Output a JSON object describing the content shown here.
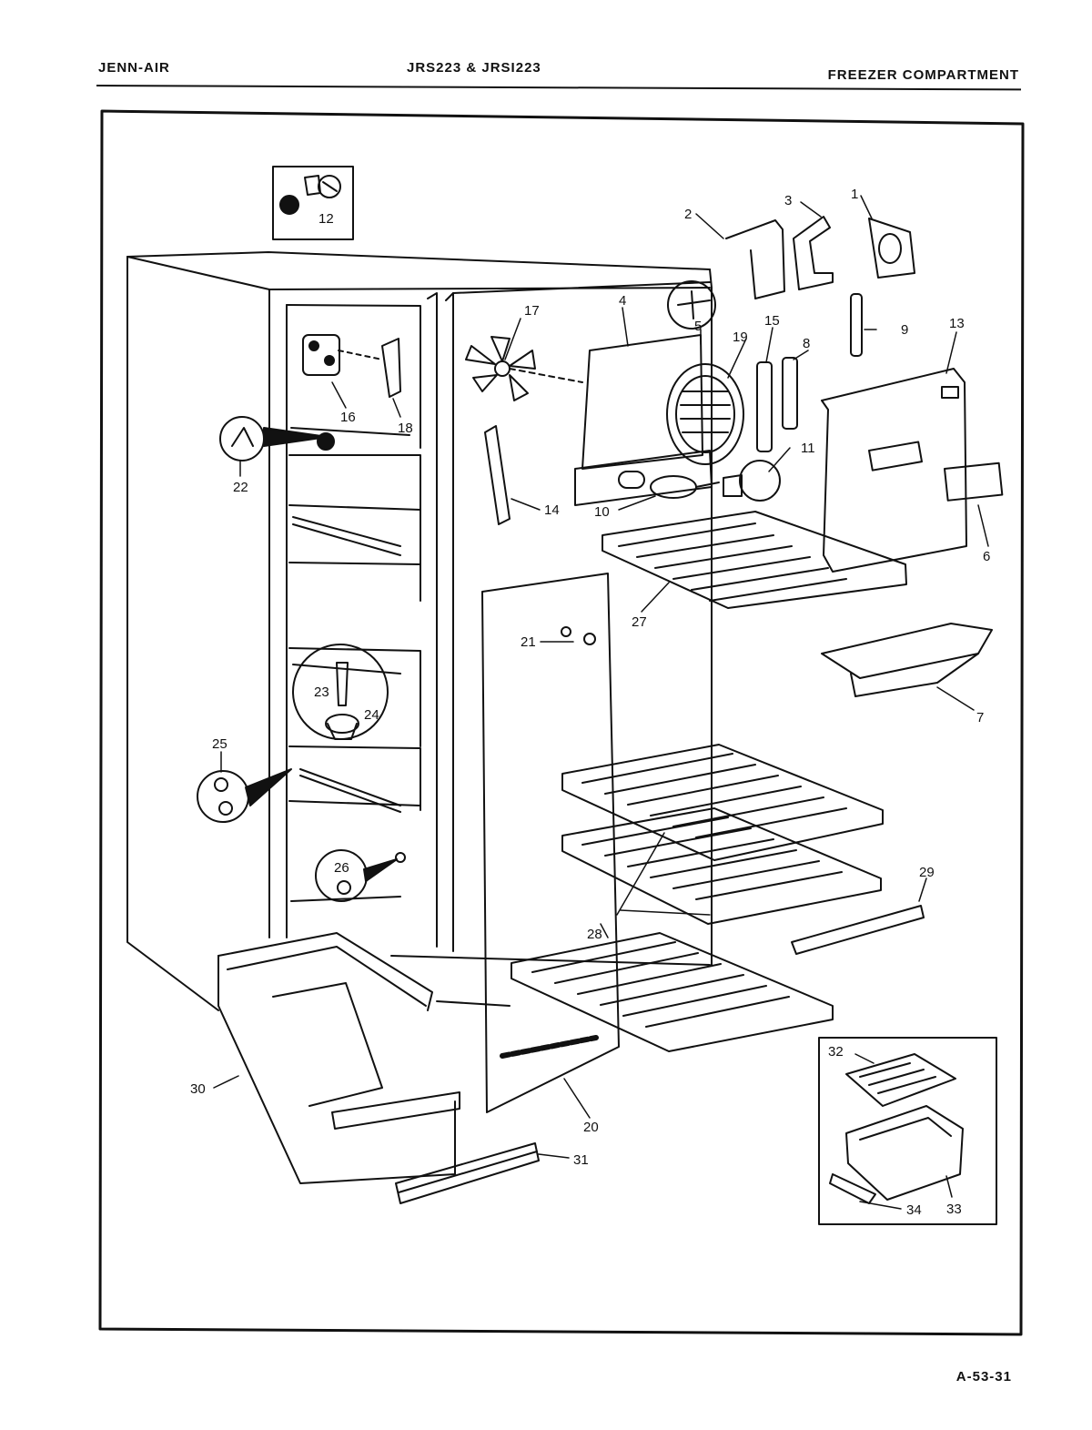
{
  "header": {
    "brand": "JENN-AIR",
    "models": "JRS223 & JRSI223",
    "section": "FREEZER COMPARTMENT"
  },
  "footer": {
    "page_code": "A-53-31"
  },
  "callouts": {
    "c1": "1",
    "c2": "2",
    "c3": "3",
    "c4": "4",
    "c5": "5",
    "c6": "6",
    "c7": "7",
    "c8": "8",
    "c9": "9",
    "c10": "10",
    "c11": "11",
    "c12": "12",
    "c13": "13",
    "c14": "14",
    "c15": "15",
    "c16": "16",
    "c17": "17",
    "c18": "18",
    "c19": "19",
    "c20": "20",
    "c21": "21",
    "c22": "22",
    "c23": "23",
    "c24": "24",
    "c25": "25",
    "c26": "26",
    "c27": "27",
    "c28": "28",
    "c29": "29",
    "c30": "30",
    "c31": "31",
    "c32": "32",
    "c33": "33",
    "c34": "34"
  }
}
